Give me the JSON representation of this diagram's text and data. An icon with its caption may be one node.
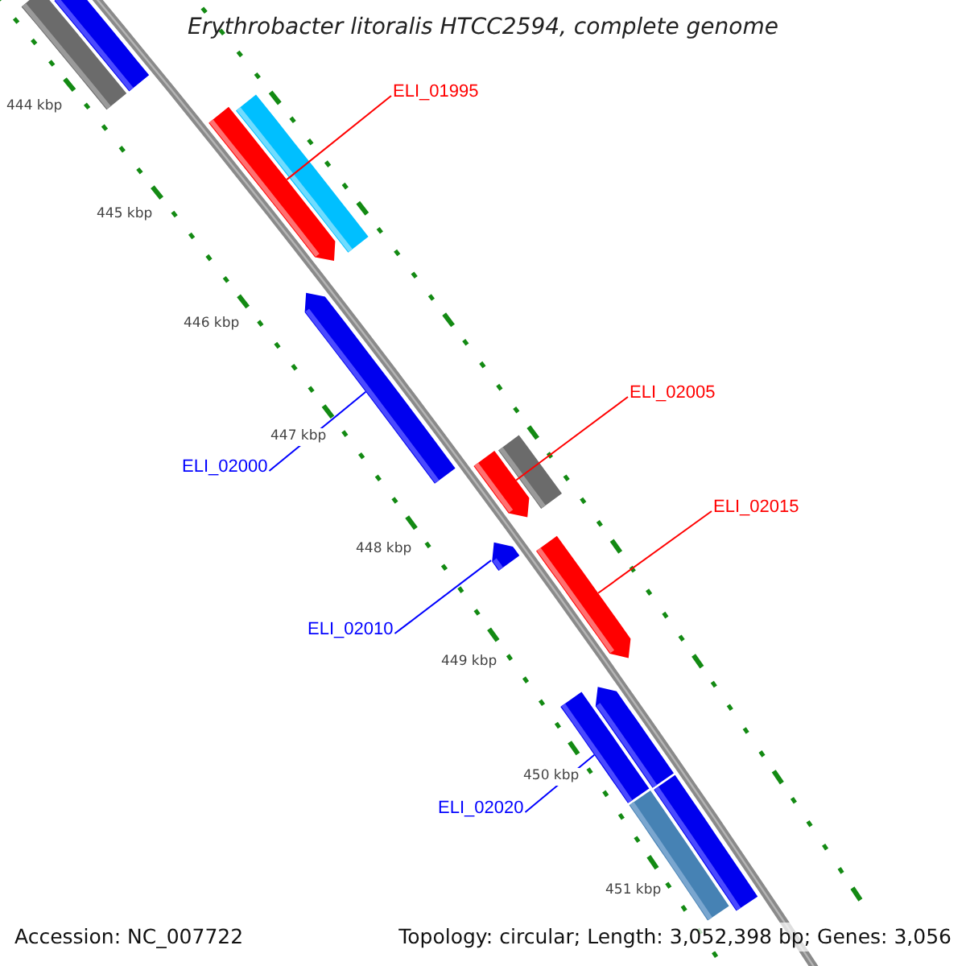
{
  "diagram": {
    "title": "Erythrobacter litoralis HTCC2594, complete genome",
    "nodes": [
      {
        "text": [],
        "shape": "bar"
      },
      {
        "text": [],
        "shape": "bar"
      },
      {
        "text": [
          "ELI_01995"
        ]
      },
      {
        "text": [],
        "shape": "bar"
      },
      {
        "text": [],
        "shape": "bar"
      },
      {
        "text": [],
        "shape": "bar"
      },
      {
        "text": [
          "ELI_02005"
        ]
      },
      {
        "text": [],
        "shape": "bar"
      },
      {
        "text": [],
        "shape": "bar"
      },
      {
        "text": [
          "ELI_02000"
        ]
      },
      {
        "text": [
          "ELI_02015"
        ]
      },
      {
        "text": [],
        "shape": "bar"
      },
      {
        "text": [],
        "shape": "bar"
      },
      {
        "text": [
          "ELI_02010"
        ]
      },
      {
        "text": [],
        "shape": "bar"
      },
      {
        "text": [],
        "shape": "bar"
      },
      {
        "text": [
          "ELI_02020"
        ]
      },
      {
        "text": [],
        "shape": "bar"
      },
      {
        "text": [],
        "shape": "bar"
      }
    ],
    "edges": [
      {
        "from": 2,
        "to": 3,
        "arrow": "none",
        "color": "#ff0000"
      },
      {
        "from": 6,
        "to": 8,
        "arrow": "none",
        "color": "#ff0000"
      },
      {
        "from": 9,
        "to": 5,
        "arrow": "none",
        "color": "#0000ff"
      },
      {
        "from": 10,
        "to": 11,
        "arrow": "none",
        "color": "#ff0000"
      },
      {
        "from": 13,
        "to": 12,
        "arrow": "none",
        "color": "#0000ff"
      },
      {
        "from": 16,
        "to": 15,
        "arrow": "none",
        "color": "#0000ff"
      }
    ],
    "labels": [
      "444 kbp",
      "445 kbp",
      "446 kbp",
      "447 kbp",
      "448 kbp",
      "449 kbp",
      "450 kbp",
      "451 kbp",
      "Accession: NC_007722",
      "Topology: circular; Length: 3,052,398 bp; Genes: 3,056"
    ]
  }
}
